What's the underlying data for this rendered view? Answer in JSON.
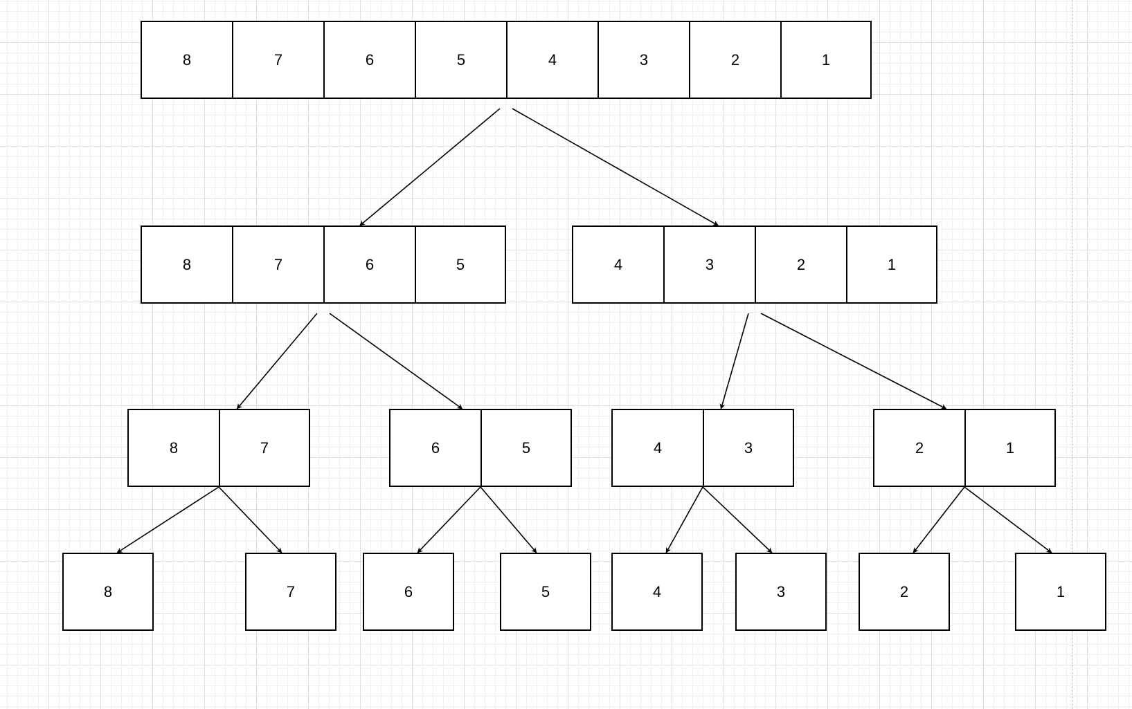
{
  "diagram": {
    "levels": [
      {
        "groups": [
          [
            "8",
            "7",
            "6",
            "5",
            "4",
            "3",
            "2",
            "1"
          ]
        ]
      },
      {
        "groups": [
          [
            "8",
            "7",
            "6",
            "5"
          ],
          [
            "4",
            "3",
            "2",
            "1"
          ]
        ]
      },
      {
        "groups": [
          [
            "8",
            "7"
          ],
          [
            "6",
            "5"
          ],
          [
            "4",
            "3"
          ],
          [
            "2",
            "1"
          ]
        ]
      },
      {
        "groups": [
          [
            "8"
          ],
          [
            "7"
          ],
          [
            "6"
          ],
          [
            "5"
          ],
          [
            "4"
          ],
          [
            "3"
          ],
          [
            "2"
          ],
          [
            "1"
          ]
        ]
      }
    ],
    "edges": [
      {
        "from": "0.0",
        "to": "1.0"
      },
      {
        "from": "0.0",
        "to": "1.1"
      },
      {
        "from": "1.0",
        "to": "2.0"
      },
      {
        "from": "1.0",
        "to": "2.1"
      },
      {
        "from": "1.1",
        "to": "2.2"
      },
      {
        "from": "1.1",
        "to": "2.3"
      },
      {
        "from": "2.0",
        "to": "3.0"
      },
      {
        "from": "2.0",
        "to": "3.1"
      },
      {
        "from": "2.1",
        "to": "3.2"
      },
      {
        "from": "2.1",
        "to": "3.3"
      },
      {
        "from": "2.2",
        "to": "3.4"
      },
      {
        "from": "2.2",
        "to": "3.5"
      },
      {
        "from": "2.3",
        "to": "3.6"
      },
      {
        "from": "2.3",
        "to": "3.7"
      }
    ],
    "colors": {
      "stroke": "#000000",
      "fill": "#ffffff",
      "grid": "#dedede"
    }
  }
}
